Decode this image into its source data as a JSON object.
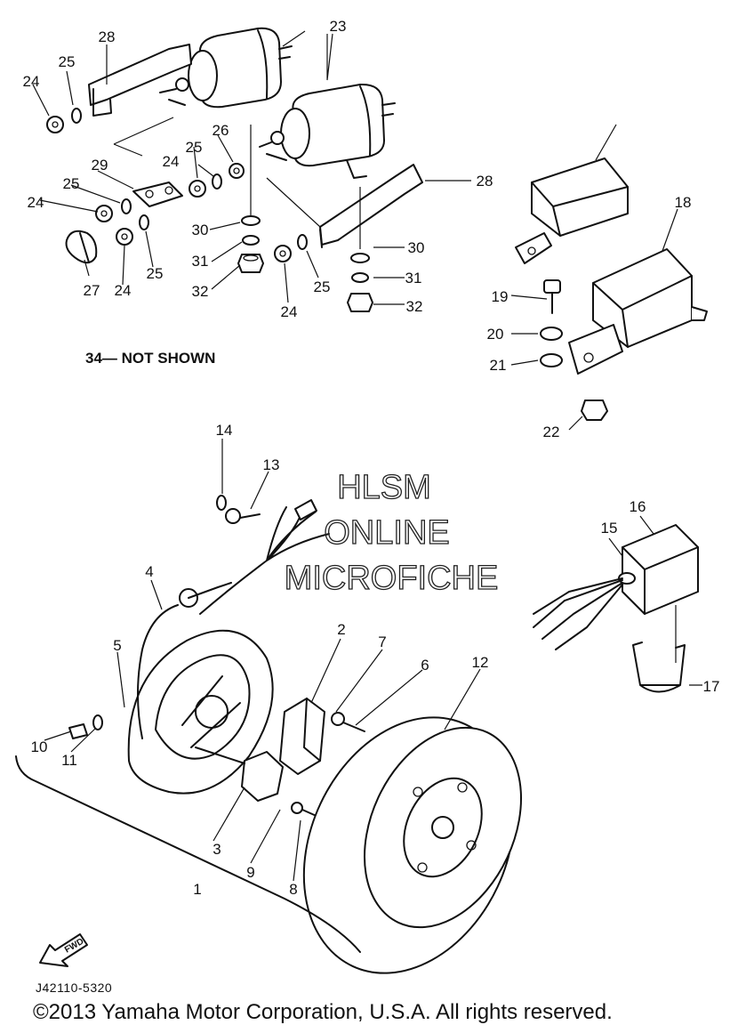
{
  "diagram": {
    "note": "34— NOT SHOWN",
    "drawing_code": "J42110-5320",
    "copyright": "©2013 Yamaha Motor Corporation, U.S.A. All rights reserved.",
    "watermark": [
      "HLSM",
      "ONLINE",
      "MICROFICHE"
    ],
    "fwd_label": "FWD",
    "callouts": {
      "c1": "1",
      "c2": "2",
      "c3": "3",
      "c4": "4",
      "c5": "5",
      "c6": "6",
      "c7": "7",
      "c8": "8",
      "c9": "9",
      "c10": "10",
      "c11": "11",
      "c12": "12",
      "c13": "13",
      "c14": "14",
      "c15": "15",
      "c16": "16",
      "c17": "17",
      "c18": "18",
      "c19": "19",
      "c20": "20",
      "c21": "21",
      "c22": "22",
      "c23": "23",
      "c24": "24",
      "c25": "25",
      "c26": "26",
      "c27": "27",
      "c28": "28",
      "c29": "29",
      "c30": "30",
      "c31": "31",
      "c32": "32"
    }
  }
}
